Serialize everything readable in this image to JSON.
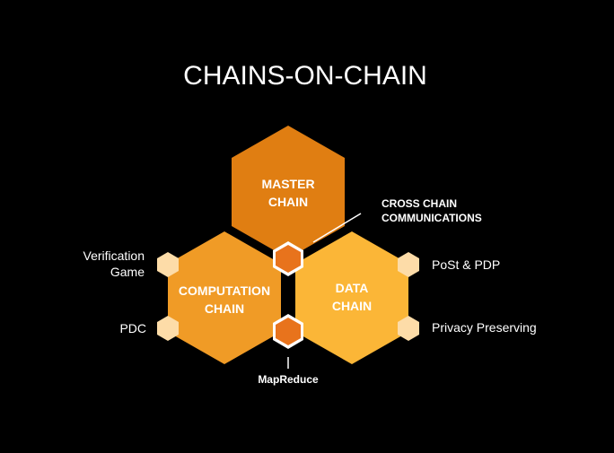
{
  "title": "CHAINS-ON-CHAIN",
  "colors": {
    "background": "#000000",
    "master": "#E07E12",
    "computation": "#F09B26",
    "data": "#FBB637",
    "small_hex_light": "#FDDCA8",
    "connector_outer": "#FFFFFF",
    "connector_inner": "#E8731C",
    "text": "#FFFFFF"
  },
  "hexagons": {
    "master": {
      "line1": "MASTER",
      "line2": "CHAIN"
    },
    "computation": {
      "line1": "COMPUTATION",
      "line2": "CHAIN"
    },
    "data": {
      "line1": "DATA",
      "line2": "CHAIN"
    }
  },
  "labels": {
    "cross_chain_line1": "CROSS CHAIN",
    "cross_chain_line2": "COMMUNICATIONS",
    "mapreduce": "MapReduce",
    "verification_line1": "Verification",
    "verification_line2": "Game",
    "pdc": "PDC",
    "post_pdp": "PoSt & PDP",
    "privacy": "Privacy Preserving"
  }
}
